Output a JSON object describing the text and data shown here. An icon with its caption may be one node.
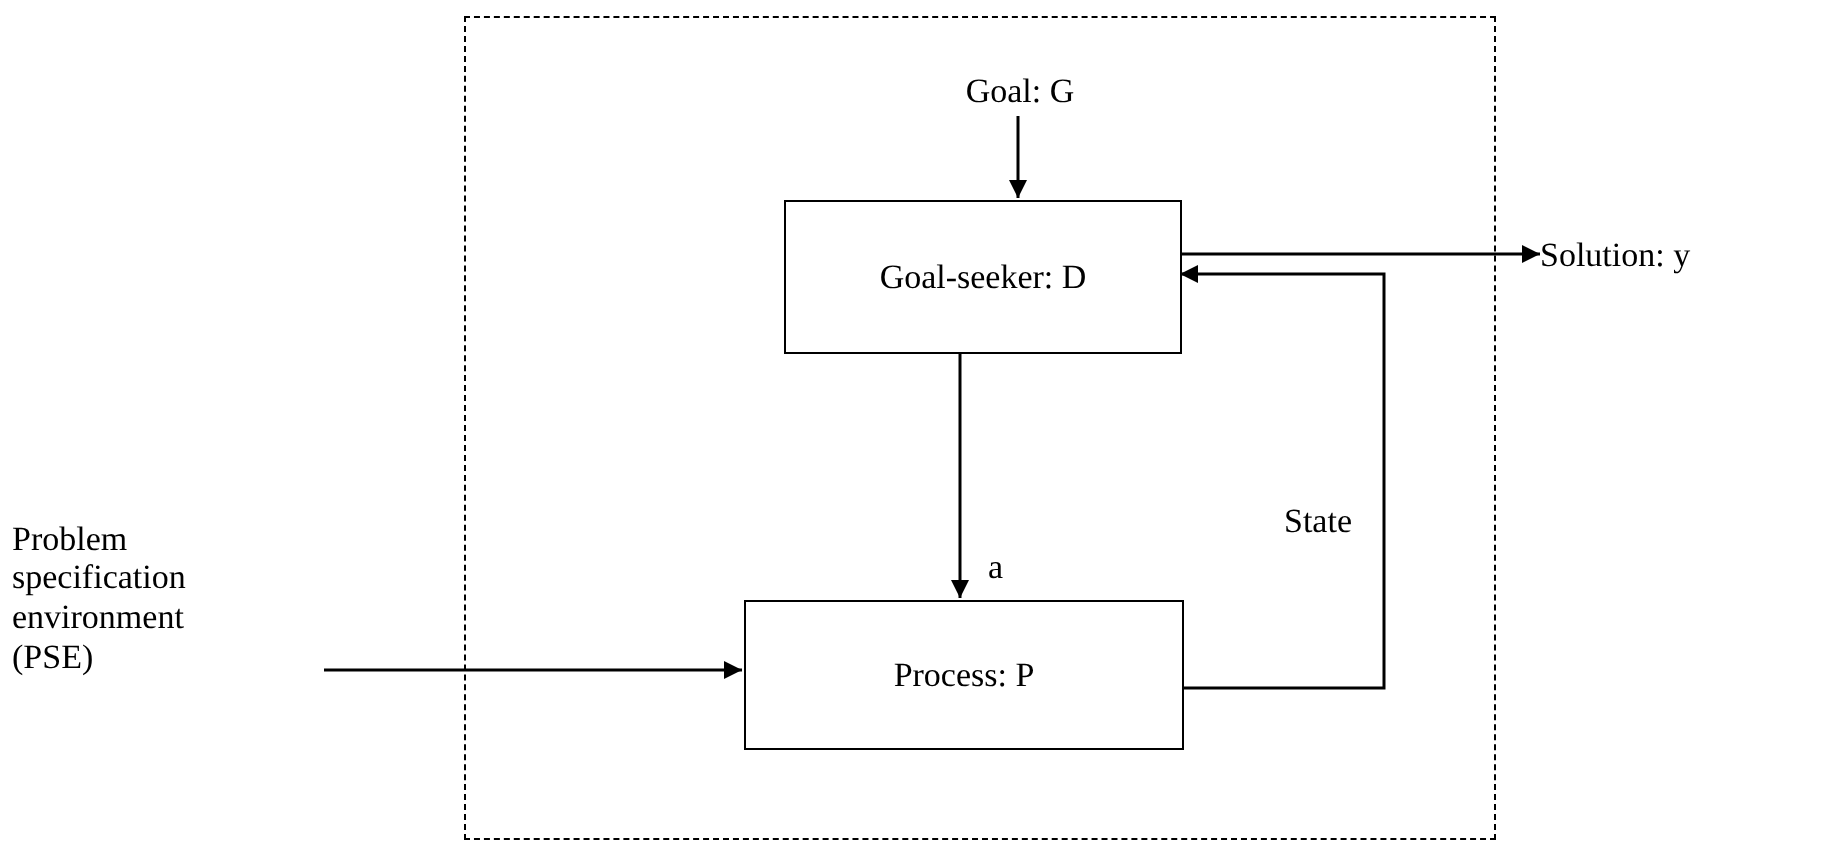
{
  "diagram": {
    "nodes": [
      {
        "text": [],
        "shape": "box"
      },
      {
        "text": [
          "Goal: G"
        ],
        "in": 0
      },
      {
        "text": [
          "Goal-seeker: D"
        ],
        "in": 0
      },
      {
        "text": [
          "Process: P"
        ],
        "in": 0
      },
      {
        "text": [
          "Solution: y"
        ]
      },
      {
        "text": [
          "Problem specification environment (PSE)"
        ]
      }
    ],
    "edges": [
      {
        "from": 1,
        "to": 2,
        "arrow": "to"
      },
      {
        "from": 2,
        "to": 4,
        "arrow": "to"
      },
      {
        "from": 2,
        "to": 3,
        "label": "a",
        "arrow": "to"
      },
      {
        "from": 3,
        "to": 2,
        "label": "State",
        "arrow": "to"
      },
      {
        "from": 5,
        "to": 3,
        "arrow": "to"
      }
    ]
  }
}
